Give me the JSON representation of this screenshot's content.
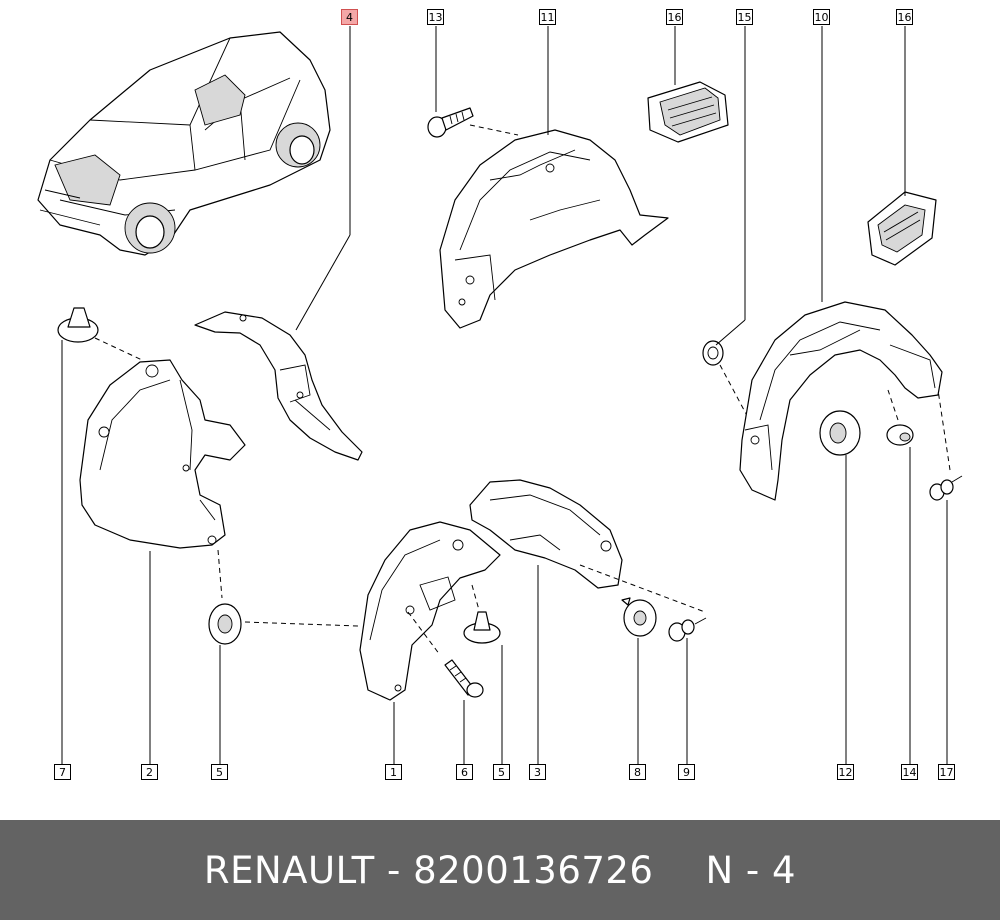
{
  "callouts": [
    {
      "id": "c4",
      "label": "4",
      "highlight": true
    },
    {
      "id": "c13",
      "label": "13"
    },
    {
      "id": "c11",
      "label": "11"
    },
    {
      "id": "c16a",
      "label": "16"
    },
    {
      "id": "c15",
      "label": "15"
    },
    {
      "id": "c10",
      "label": "10"
    },
    {
      "id": "c16b",
      "label": "16"
    },
    {
      "id": "c7",
      "label": "7"
    },
    {
      "id": "c2",
      "label": "2"
    },
    {
      "id": "c5a",
      "label": "5"
    },
    {
      "id": "c1",
      "label": "1"
    },
    {
      "id": "c6",
      "label": "6"
    },
    {
      "id": "c5b",
      "label": "5"
    },
    {
      "id": "c3",
      "label": "3"
    },
    {
      "id": "c8",
      "label": "8"
    },
    {
      "id": "c9",
      "label": "9"
    },
    {
      "id": "c12",
      "label": "12"
    },
    {
      "id": "c14",
      "label": "14"
    },
    {
      "id": "c17",
      "label": "17"
    }
  ],
  "footer": {
    "part_label": "RENAULT - 8200136726",
    "page_label": "N - 4",
    "background": "#636363",
    "text_color": "#ffffff"
  },
  "highlight_color": "#f4a7a7"
}
